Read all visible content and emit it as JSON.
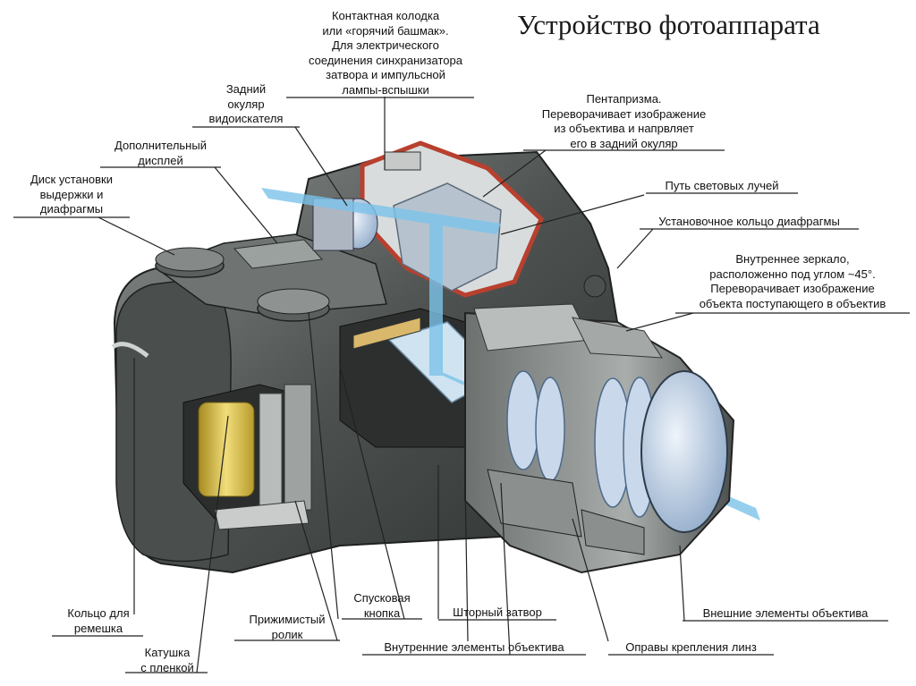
{
  "title": "Устройство фотоаппарата",
  "labels": {
    "hot_shoe": [
      "Контактная колодка",
      "или «горячий башмак».",
      "Для электрического",
      "соединения синхранизатора",
      "затвора и импульсной",
      "лампы-вспышки"
    ],
    "eyepiece": [
      "Задний",
      "окуляр",
      "видоискателя"
    ],
    "extra_display": [
      "Дополнительный",
      "дисплей"
    ],
    "exposure_dial": [
      "Диск установки",
      "выдержки и",
      "диафрагмы"
    ],
    "strap_ring": [
      "Кольцо для",
      "ремешка"
    ],
    "film_spool": [
      "Катушка",
      "с пленкой"
    ],
    "pressure_roller": [
      "Прижимистый",
      "ролик"
    ],
    "shutter_button": [
      "Спусковая",
      "кнопка"
    ],
    "curtain_shutter": [
      "Шторный затвор"
    ],
    "inner_lens": [
      "Внутренние элементы объектива"
    ],
    "lens_mounts": [
      "Оправы крепления линз"
    ],
    "outer_lens": [
      "Внешние элементы объектива"
    ],
    "pentaprism": [
      "Пентапризма.",
      "Переворачивает изображение",
      "из объектива и напрвляет",
      "его в задний окуляр"
    ],
    "light_path": [
      "Путь световых лучей"
    ],
    "aperture_ring": [
      "Установочное кольцо диафрагмы"
    ],
    "mirror": [
      "Внутреннее зеркало,",
      "расположенно под углом ~45°.",
      "Переворачивает изображение",
      "объекта поступающего в объектив"
    ]
  },
  "colors": {
    "body_dark": "#3a3d3c",
    "body_mid": "#5f6463",
    "body_light": "#8d9290",
    "cutaway": "#b8402e",
    "light_beam": "#7cc3ea",
    "lens_glass": "#c9d8ea",
    "film": "#e0c653",
    "leader_line": "#222222"
  }
}
